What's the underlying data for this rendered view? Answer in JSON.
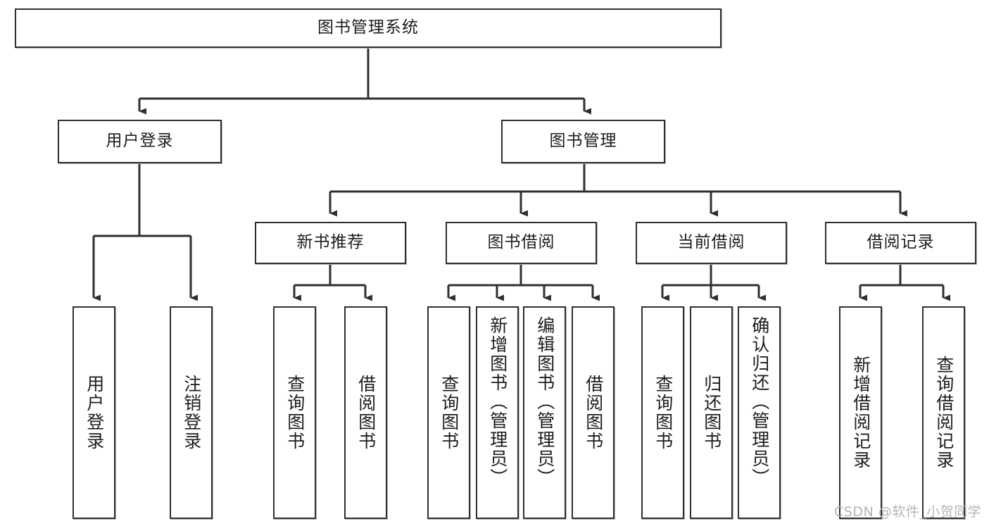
{
  "diagram": {
    "type": "tree-hierarchy",
    "title": "图书管理系统",
    "orientation": "top-down",
    "colors": {
      "box_border": "#2f2f2f",
      "box_fill": "#ffffff",
      "edge": "#2f2f2f",
      "text": "#1d1d1d",
      "watermark": "#b4b4b4",
      "background": "#ffffff"
    },
    "watermark": "CSDN @软件_小贺同学",
    "root": {
      "label": "图书管理系统"
    },
    "level2": [
      {
        "id": "user-login",
        "label": "用户登录"
      },
      {
        "id": "book-manage",
        "label": "图书管理"
      }
    ],
    "level3": [
      {
        "id": "new-book-recommend",
        "label": "新书推荐",
        "parent": "book-manage"
      },
      {
        "id": "book-borrow",
        "label": "图书借阅",
        "parent": "book-manage"
      },
      {
        "id": "current-borrow",
        "label": "当前借阅",
        "parent": "book-manage"
      },
      {
        "id": "borrow-record",
        "label": "借阅记录",
        "parent": "book-manage"
      }
    ],
    "leaves": {
      "user-login": [
        {
          "id": "leaf-user-login",
          "label": "用户登录"
        },
        {
          "id": "leaf-user-logout",
          "label": "注销登录"
        }
      ],
      "new-book-recommend": [
        {
          "id": "leaf-query-book-1",
          "label": "查询图书"
        },
        {
          "id": "leaf-borrow-book-1",
          "label": "借阅图书"
        }
      ],
      "book-borrow": [
        {
          "id": "leaf-query-book-2",
          "label": "查询图书"
        },
        {
          "id": "leaf-add-book",
          "label": "新增图书（管理员）"
        },
        {
          "id": "leaf-edit-book",
          "label": "编辑图书（管理员）"
        },
        {
          "id": "leaf-borrow-book-2",
          "label": "借阅图书"
        }
      ],
      "current-borrow": [
        {
          "id": "leaf-query-book-3",
          "label": "查询图书"
        },
        {
          "id": "leaf-return-book",
          "label": "归还图书"
        },
        {
          "id": "leaf-confirm-return",
          "label": "确认归还（管理员）"
        }
      ],
      "borrow-record": [
        {
          "id": "leaf-add-record",
          "label": "新增借阅记录"
        },
        {
          "id": "leaf-query-record",
          "label": "查询借阅记录"
        }
      ]
    }
  }
}
